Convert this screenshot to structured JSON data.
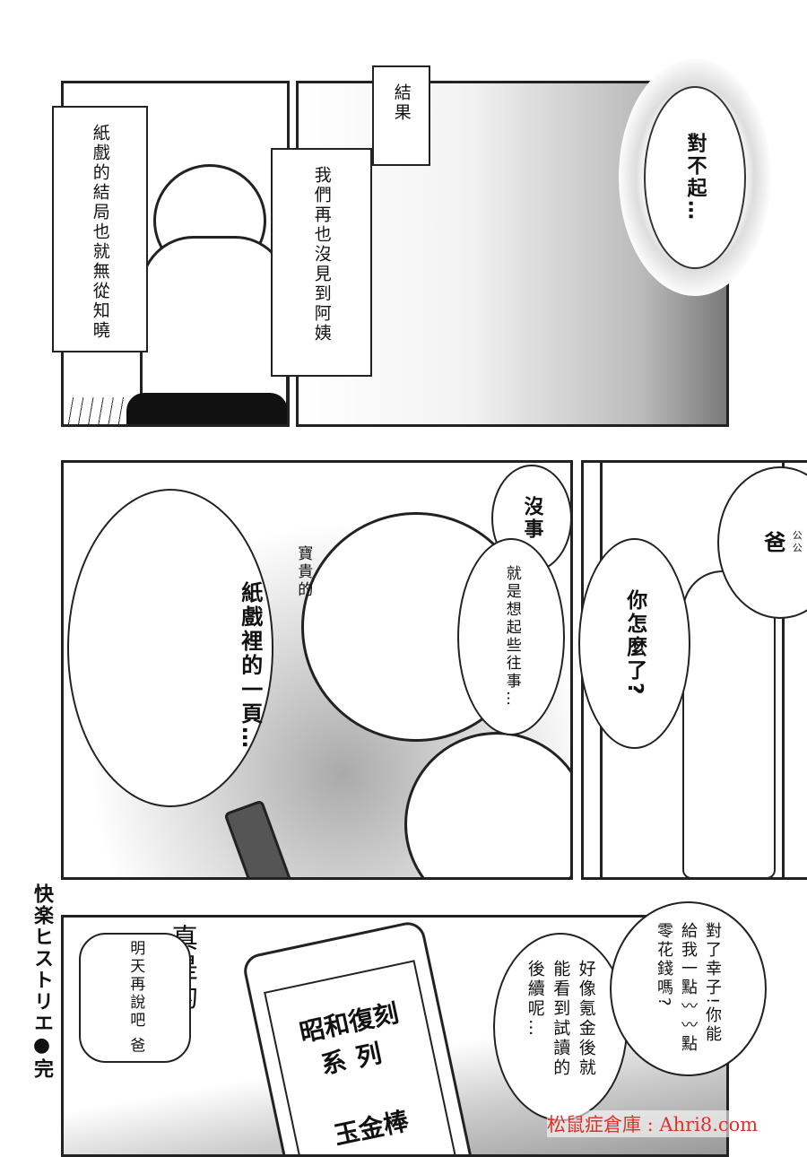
{
  "panel_1": {
    "caption_left": "紙戲的結局也就無從知曉",
    "caption_top": "結果",
    "caption_mid": "我們再也沒見到阿姨",
    "thought": "對不起…"
  },
  "panel_2": {
    "bubble_right_1": "沒事",
    "bubble_right_2": "就是想起些往事…",
    "bubble_left_1": "寶貴的",
    "bubble_left_2": "紙戲裡的一頁…"
  },
  "panel_3": {
    "bubble_top": "爸",
    "bubble_top_ruby": "公公",
    "bubble_mid": "你怎麼了?"
  },
  "panel_4": {
    "phone_title_1": "昭和復刻",
    "phone_title_2": "系列",
    "phone_caption": "玉金棒",
    "sfx": "真是的",
    "bubble_left": "明天再說吧 爸",
    "bubble_mid": "好像氪金後就能看到試讀的後續呢…",
    "bubble_right": "對了幸子!你能給我一點〰〰點零花錢嗎?"
  },
  "side_title": "快楽ヒストリエ●完",
  "watermark": "松鼠症倉庫 : Ahri8.com",
  "colors": {
    "ink": "#222222",
    "watermark": "#e0302a"
  }
}
